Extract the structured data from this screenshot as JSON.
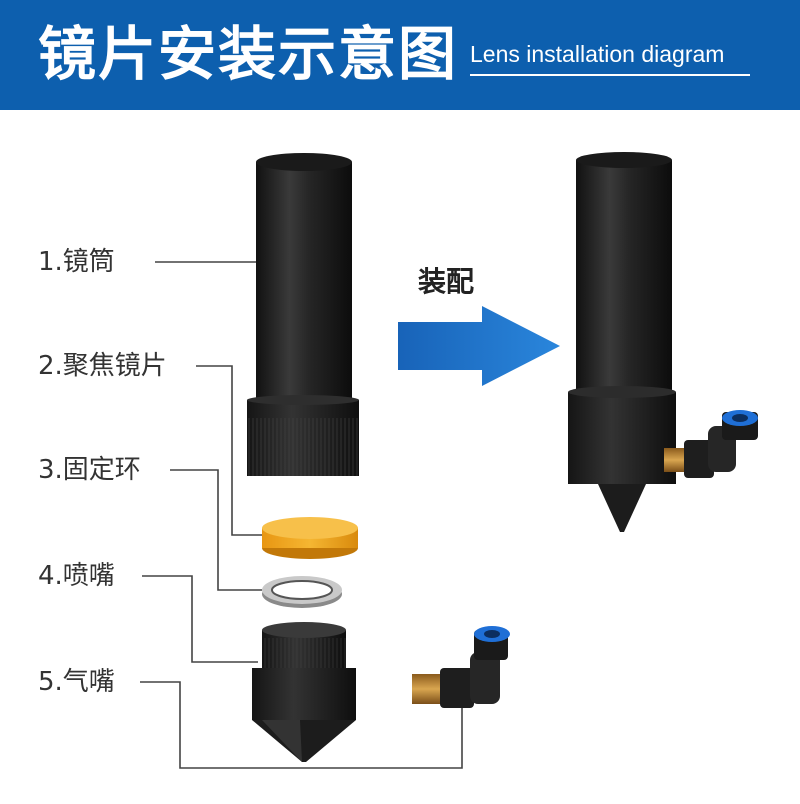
{
  "header": {
    "title_cn": "镜片安装示意图",
    "title_en": "Lens installation diagram"
  },
  "colors": {
    "header_bg": "#0d5fae",
    "arrow": "#1e72c8",
    "lens": "#f0a81e",
    "fitting_blue": "#1f6fd6",
    "brass": "#b8843a",
    "part_dark": "#2a2a2a"
  },
  "parts": [
    {
      "label": "1.镜筒"
    },
    {
      "label": "2.聚焦镜片"
    },
    {
      "label": "3.固定环"
    },
    {
      "label": "4.喷嘴"
    },
    {
      "label": "5.气嘴"
    }
  ],
  "assemble_label": "装配",
  "icons": [
    "arrow-right-icon"
  ]
}
